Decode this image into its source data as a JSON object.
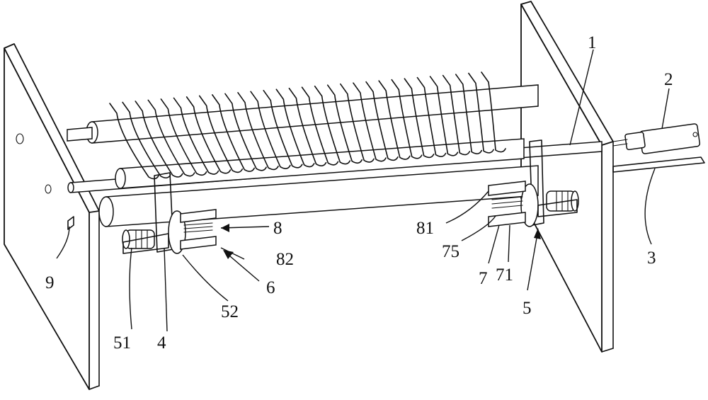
{
  "figure": {
    "labels": {
      "l1": "1",
      "l2": "2",
      "l3": "3",
      "l4": "4",
      "l5": "5",
      "l6": "6",
      "l7": "7",
      "l8": "8",
      "l9": "9",
      "l51": "51",
      "l52": "52",
      "l71": "71",
      "l75": "75",
      "l81": "81",
      "l82": "82"
    }
  }
}
